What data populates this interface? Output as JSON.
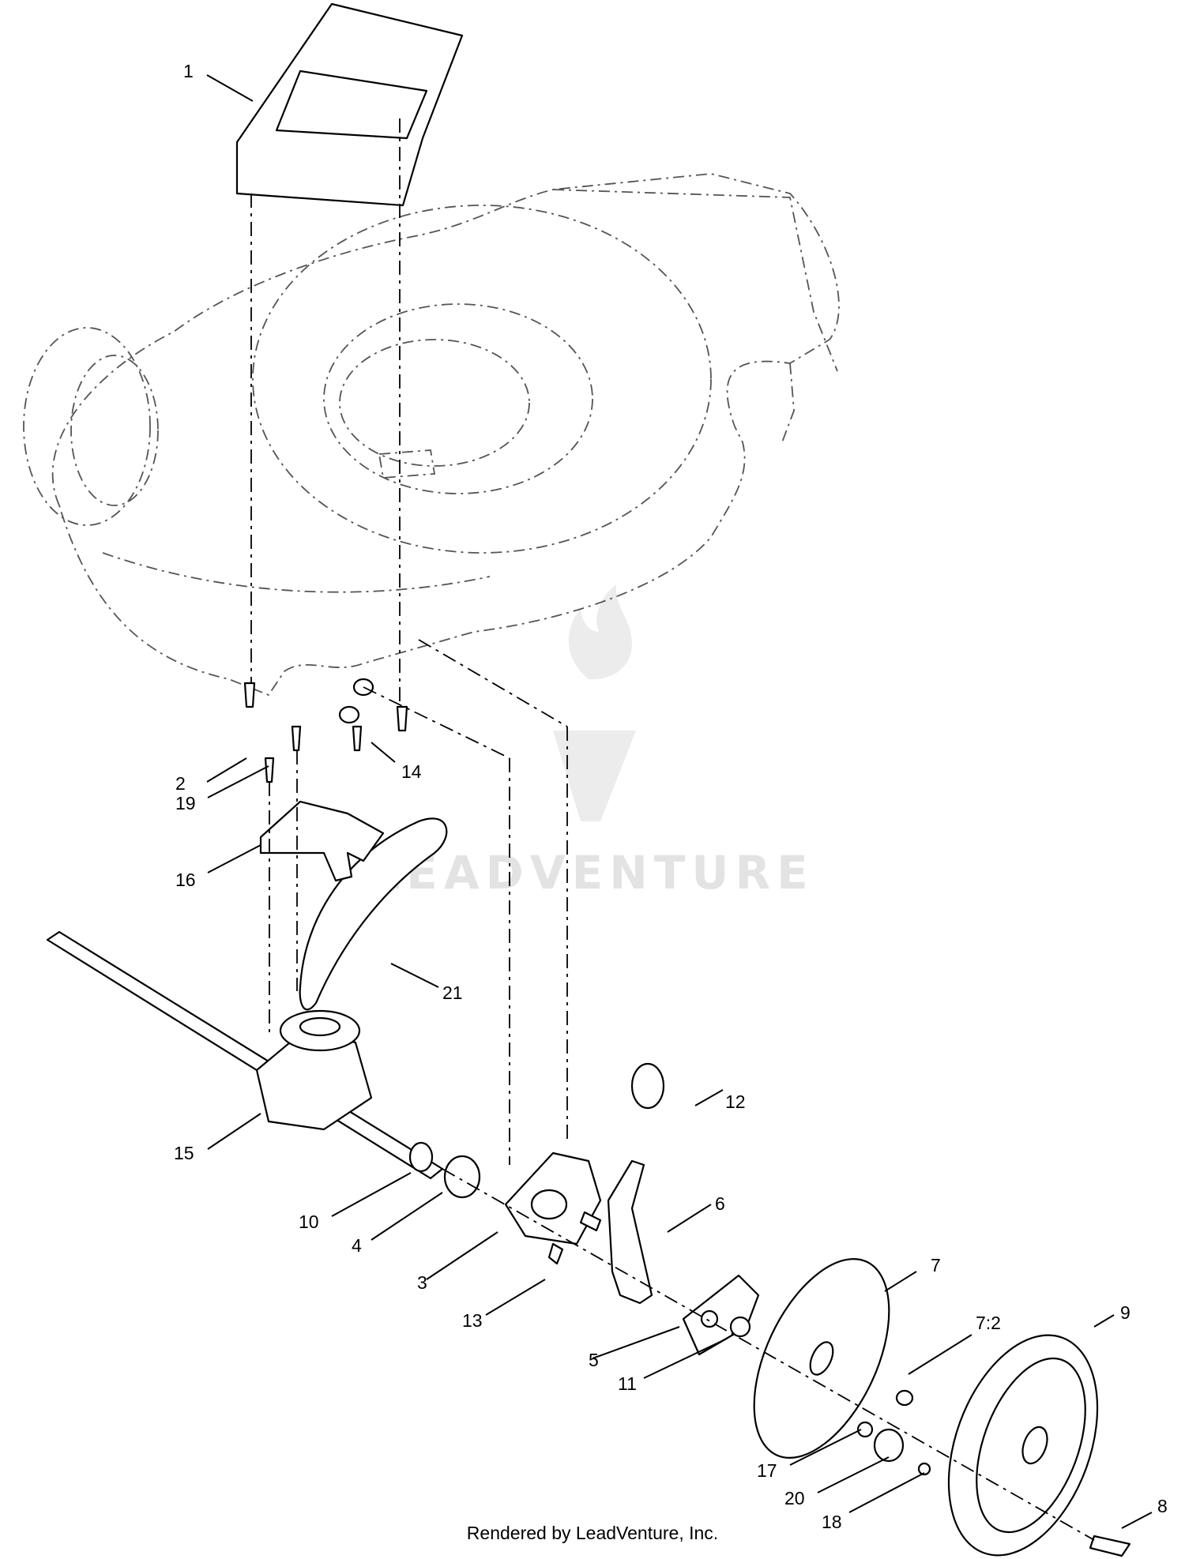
{
  "callouts": [
    {
      "id": "1",
      "label": "1"
    },
    {
      "id": "2",
      "label": "2"
    },
    {
      "id": "3",
      "label": "3"
    },
    {
      "id": "4",
      "label": "4"
    },
    {
      "id": "5",
      "label": "5"
    },
    {
      "id": "6",
      "label": "6"
    },
    {
      "id": "7",
      "label": "7"
    },
    {
      "id": "7-2",
      "label": "7:2"
    },
    {
      "id": "8",
      "label": "8"
    },
    {
      "id": "9",
      "label": "9"
    },
    {
      "id": "10",
      "label": "10"
    },
    {
      "id": "11",
      "label": "11"
    },
    {
      "id": "12",
      "label": "12"
    },
    {
      "id": "13",
      "label": "13"
    },
    {
      "id": "14",
      "label": "14"
    },
    {
      "id": "15",
      "label": "15"
    },
    {
      "id": "16",
      "label": "16"
    },
    {
      "id": "17",
      "label": "17"
    },
    {
      "id": "18",
      "label": "18"
    },
    {
      "id": "19",
      "label": "19"
    },
    {
      "id": "20",
      "label": "20"
    },
    {
      "id": "21",
      "label": "21"
    }
  ],
  "watermark": "LEADVENTURE",
  "footer": "Rendered by LeadVenture, Inc."
}
